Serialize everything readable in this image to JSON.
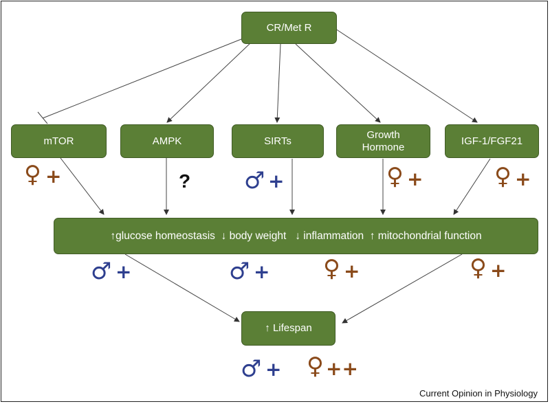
{
  "colors": {
    "node_fill": "#5b7f36",
    "male": "#2e3f8f",
    "female": "#8a4a1a"
  },
  "nodes": {
    "top": "CR/Met R",
    "mtor": "mTOR",
    "ampk": "AMPK",
    "sirts": "SIRTs",
    "gh": "Growth\nHormone",
    "igf": "IGF-1/FGF21",
    "outcomes": "↑glucose homeostasis  ↓ body weight   ↓ inflammation  ↑ mitochondrial function",
    "lifespan": "↑ Lifespan"
  },
  "markers": {
    "male_symbol": "♂",
    "female_symbol": "♀",
    "plus": "+",
    "double_plus": "++",
    "question": "?"
  },
  "credit": "Current Opinion in Physiology"
}
